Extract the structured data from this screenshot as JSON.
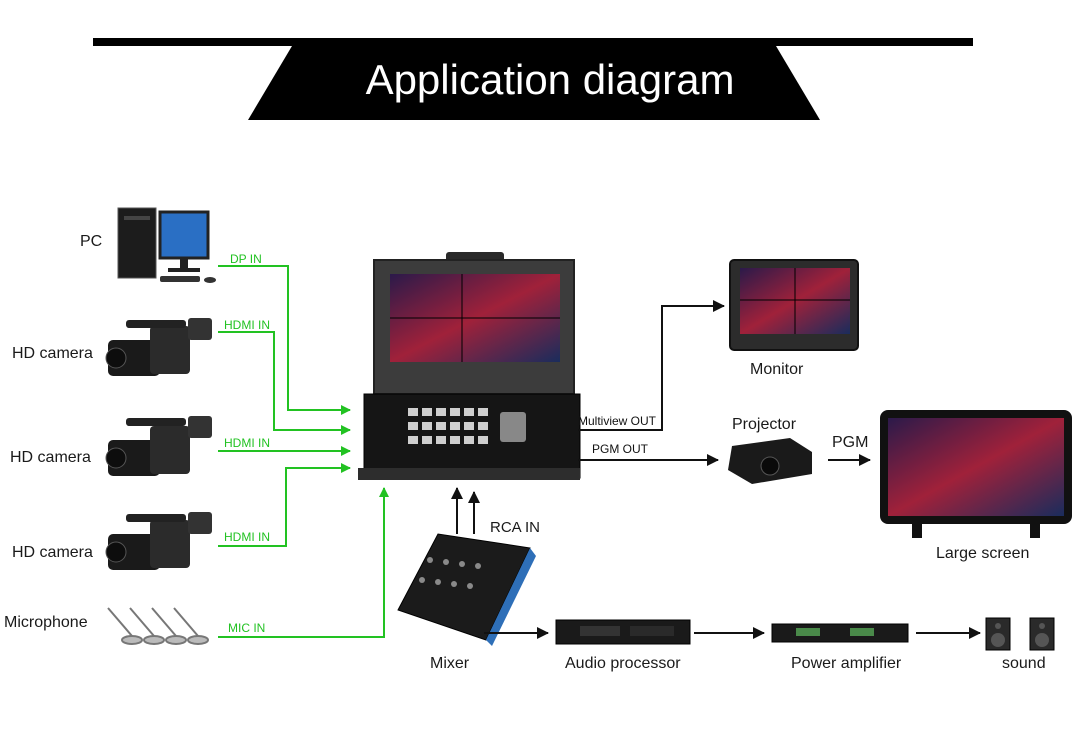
{
  "title": "Application diagram",
  "colors": {
    "green_line": "#22c222",
    "black_line": "#111111",
    "banner": "#000000"
  },
  "sources": {
    "pc": "PC",
    "camera1": "HD camera",
    "camera2": "HD camera",
    "camera3": "HD camera",
    "microphone": "Microphone"
  },
  "inputs": {
    "dp": "DP IN",
    "hdmi1": "HDMI IN",
    "hdmi2": "HDMI IN",
    "hdmi3": "HDMI IN",
    "mic": "MIC IN",
    "rca": "RCA IN"
  },
  "outputs": {
    "multiview": "Multiview OUT",
    "pgm_out": "PGM OUT",
    "pgm": "PGM"
  },
  "devices": {
    "monitor": "Monitor",
    "projector": "Projector",
    "large_screen": "Large screen",
    "mixer": "Mixer",
    "audio_processor": "Audio processor",
    "power_amplifier": "Power amplifier",
    "sound": "sound"
  },
  "icons": [
    "pc-icon",
    "hd-camera-icon",
    "microphone-icon",
    "switcher-console-icon",
    "monitor-icon",
    "projector-icon",
    "large-screen-icon",
    "mixer-icon",
    "audio-processor-icon",
    "power-amplifier-icon",
    "speaker-icon"
  ]
}
